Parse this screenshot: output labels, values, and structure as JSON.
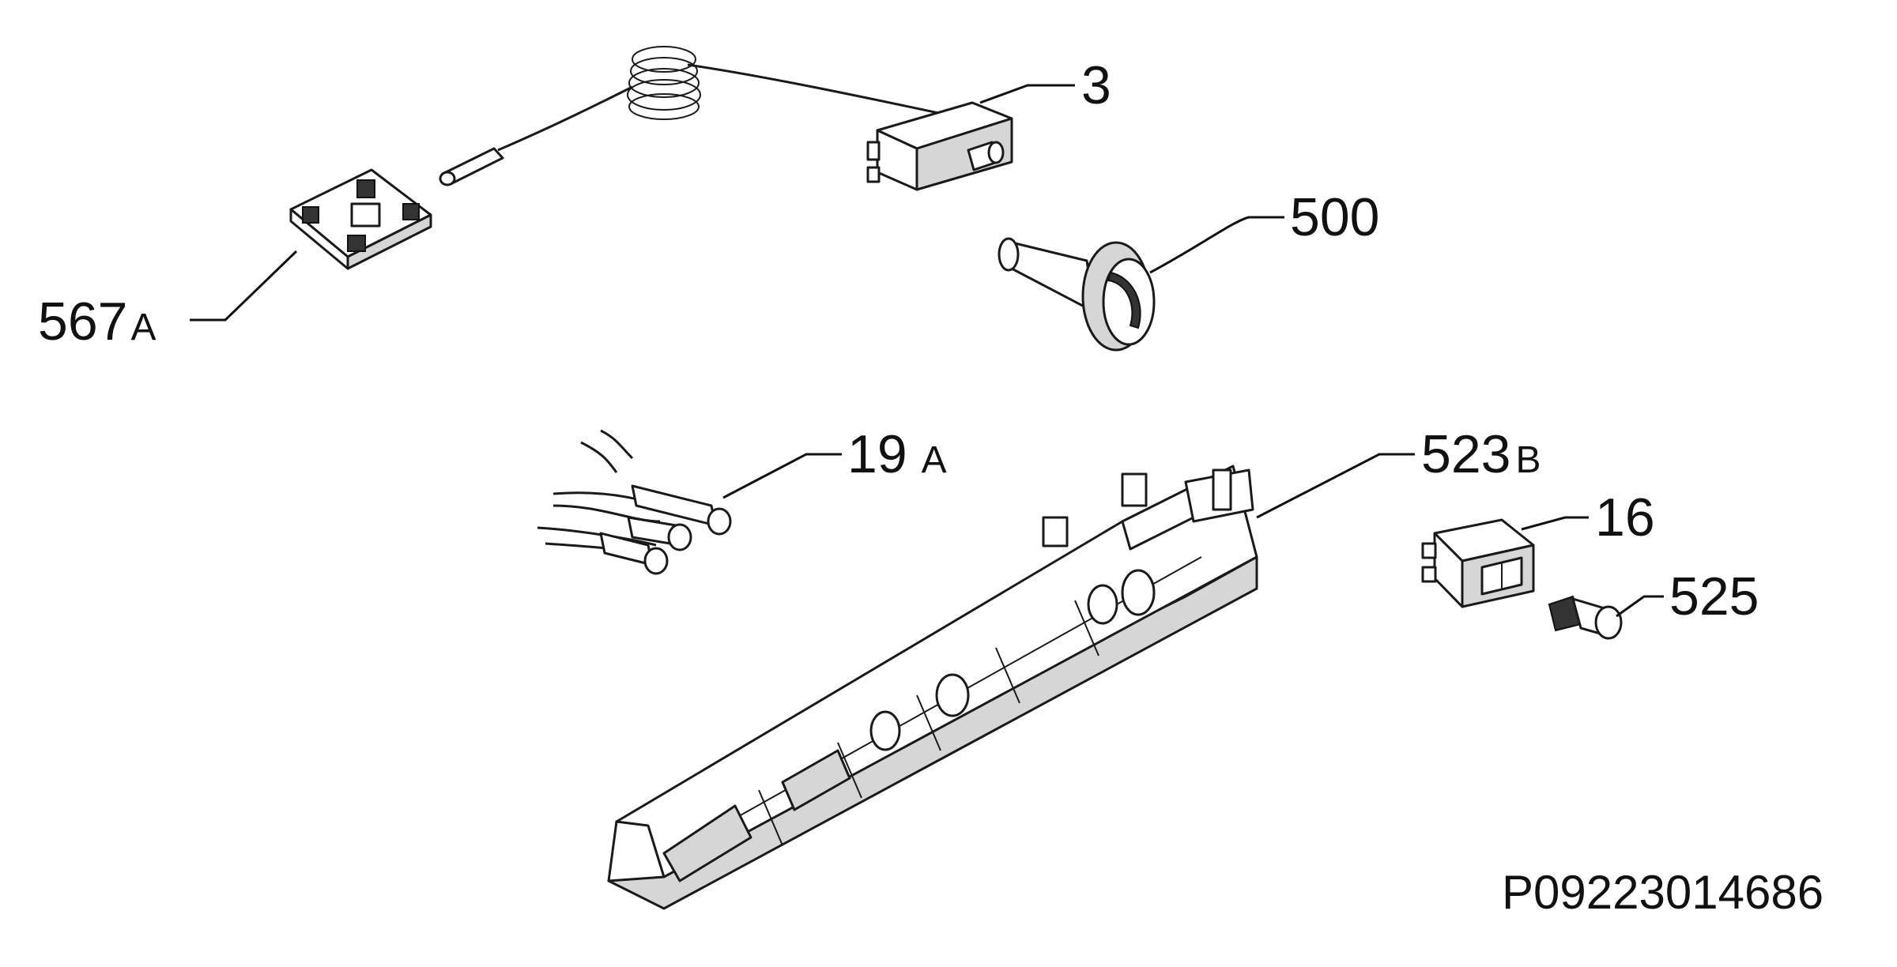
{
  "diagram": {
    "callouts": [
      {
        "id": "3",
        "number": "3",
        "suffix": ""
      },
      {
        "id": "500",
        "number": "500",
        "suffix": ""
      },
      {
        "id": "567A",
        "number": "567",
        "suffix": "A"
      },
      {
        "id": "19A",
        "number": "19",
        "suffix": "A"
      },
      {
        "id": "523B",
        "number": "523",
        "suffix": "B"
      },
      {
        "id": "16",
        "number": "16",
        "suffix": ""
      },
      {
        "id": "525",
        "number": "525",
        "suffix": ""
      }
    ],
    "drawing_code": "P09223014686"
  }
}
